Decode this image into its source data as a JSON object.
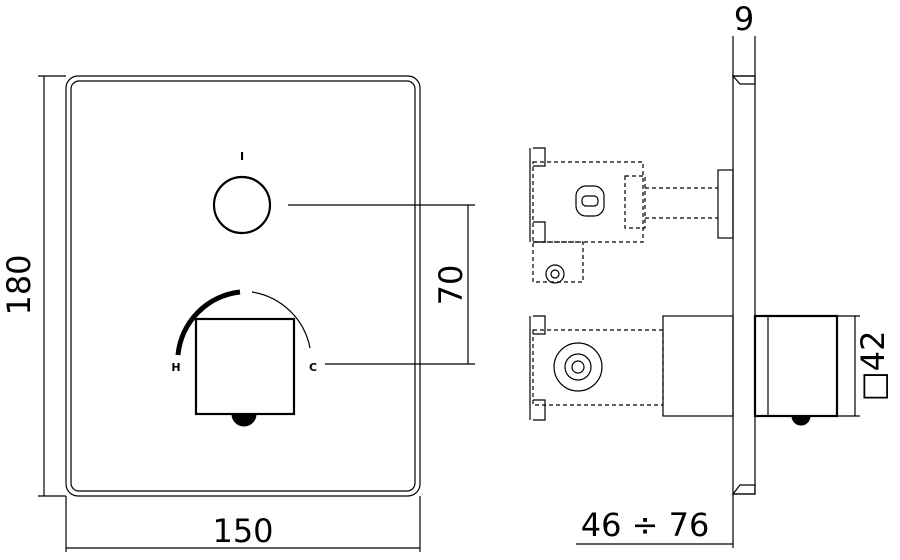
{
  "dimensions": {
    "width_front": "150",
    "height_front": "180",
    "spacing": "70",
    "depth_plate": "9",
    "depth_range": "46 ÷ 76",
    "handle_square": "□42"
  },
  "markings": {
    "selector_top": "I",
    "hot": "H",
    "cold": "C"
  },
  "colors": {
    "line": "#000000",
    "background": "#ffffff"
  }
}
